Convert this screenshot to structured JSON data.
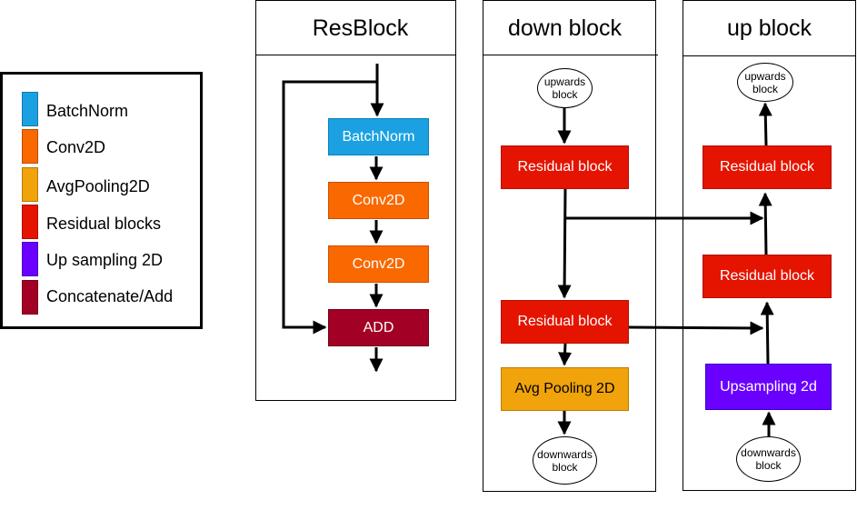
{
  "colors": {
    "batchnorm": "#1ba1e2",
    "conv2d": "#fa6800",
    "avgpool": "#f0a30a",
    "residual": "#e51400",
    "upsampling": "#6a00ff",
    "concat_add": "#a20025"
  },
  "legend": {
    "items": [
      {
        "label": "BatchNorm",
        "color": "#1ba1e2"
      },
      {
        "label": "Conv2D",
        "color": "#fa6800"
      },
      {
        "label": "AvgPooling2D",
        "color": "#f0a30a"
      },
      {
        "label": "Residual blocks",
        "color": "#e51400"
      },
      {
        "label": "Up sampling 2D",
        "color": "#6a00ff"
      },
      {
        "label": "Concatenate/Add",
        "color": "#a20025"
      }
    ]
  },
  "resblock": {
    "title": "ResBlock",
    "batchnorm": "BatchNorm",
    "conv1": "Conv2D",
    "conv2": "Conv2D",
    "add": "ADD"
  },
  "down": {
    "title": "down block",
    "input": "upwards block",
    "res1": "Residual block",
    "res2": "Residual block",
    "pool": "Avg Pooling 2D",
    "output": "downwards block"
  },
  "up": {
    "title": "up block",
    "output": "upwards block",
    "res1": "Residual block",
    "res2": "Residual block",
    "upsample": "Upsampling 2d",
    "input": "downwards block"
  }
}
